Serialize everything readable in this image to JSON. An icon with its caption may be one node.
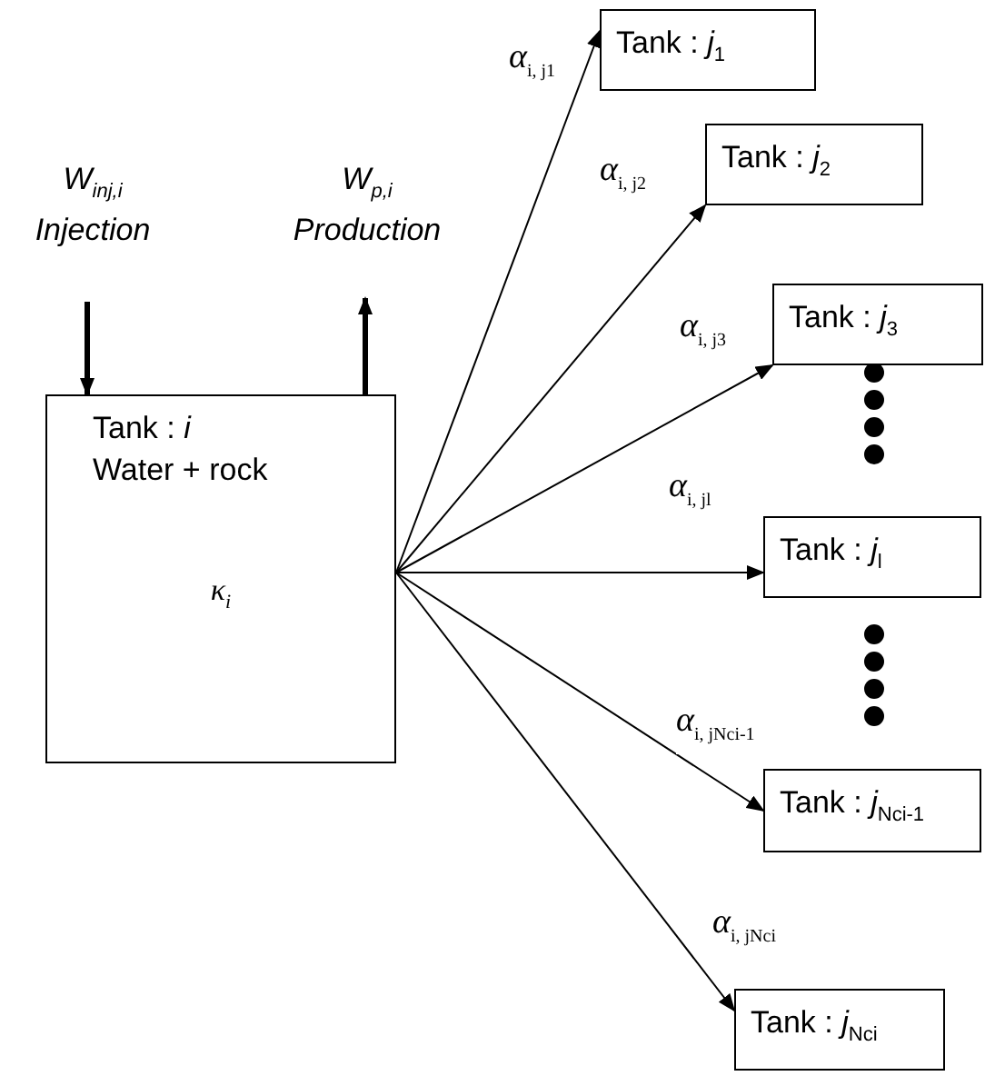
{
  "diagram": {
    "nodes": [
      {
        "text": [
          "Tank : *i*",
          "Water + rock",
          "κ$_{i}$"
        ]
      },
      {
        "text": [
          "W$_{inj,i}$",
          "Injection"
        ]
      },
      {
        "text": [
          "W$_{p,i}$",
          "Production"
        ]
      },
      {
        "text": [
          "Tank : *j*$_{1}$"
        ]
      },
      {
        "text": [
          "Tank : *j*$_{2}$"
        ]
      },
      {
        "text": [
          "Tank : *j*$_{3}$"
        ]
      },
      {
        "text": [
          "Tank : *j*$_{l}$"
        ]
      },
      {
        "text": [
          "Tank : *j*$_{Nci-1}$"
        ]
      },
      {
        "text": [
          "Tank : *j*$_{Nci}$"
        ]
      }
    ],
    "edges": [
      {
        "from": 1,
        "to": 0,
        "arrow": "to",
        "style": "thick"
      },
      {
        "from": 0,
        "to": 2,
        "arrow": "to",
        "style": "thick"
      },
      {
        "from": 0,
        "to": 3,
        "arrow": "to",
        "label": "α$_{i, j1}$"
      },
      {
        "from": 0,
        "to": 4,
        "arrow": "to",
        "label": "α$_{i, j2}$"
      },
      {
        "from": 0,
        "to": 5,
        "arrow": "to",
        "label": "α$_{i, j3}$"
      },
      {
        "from": 0,
        "to": 6,
        "arrow": "to",
        "label": "α$_{i, jl}$"
      },
      {
        "from": 0,
        "to": 7,
        "arrow": "to",
        "label": "α$_{i, jNci-1}$"
      },
      {
        "from": 0,
        "to": 8,
        "arrow": "to",
        "label": "α$_{i, jNci}$"
      }
    ]
  }
}
